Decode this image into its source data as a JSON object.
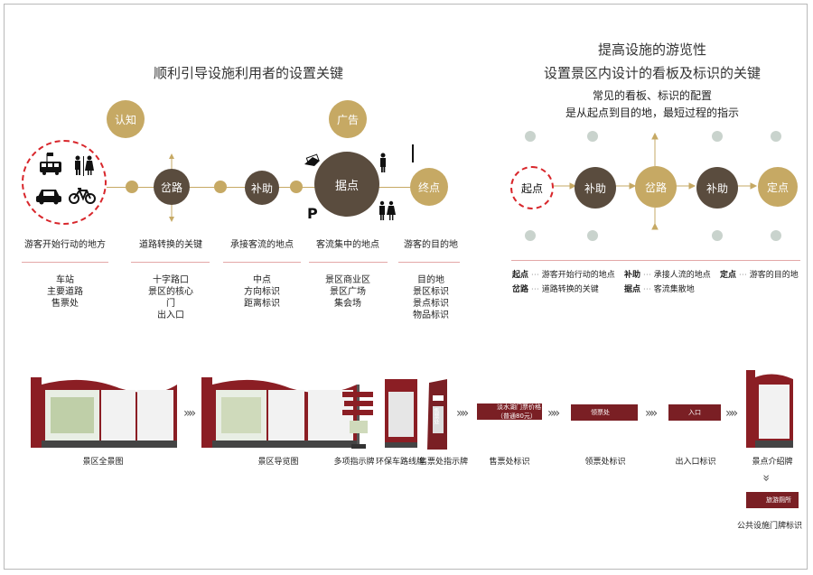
{
  "left_title": "顺利引导设施利用者的设置关键",
  "right_title_1": "提高设施的游览性",
  "right_title_2": "设置景区内设计的看板及标识的关键",
  "right_sub_1": "常见的看板、标识的配置",
  "right_sub_2": "是从起点到目的地，最短过程的指示",
  "top_circles": {
    "left": "认知",
    "right": "广告"
  },
  "flow_nodes": {
    "n1": "岔路",
    "n2": "补助",
    "n3": "据点",
    "n4": "终点"
  },
  "parking_letter": "P",
  "columns": [
    {
      "label": "游客开始行动的地方",
      "items": [
        "车站",
        "主要道路",
        "售票处"
      ]
    },
    {
      "label": "道路转换的关键",
      "items": [
        "十字路口",
        "景区的核心",
        "门",
        "出入口"
      ]
    },
    {
      "label": "承接客流的地点",
      "items": [
        "中点",
        "方向标识",
        "距离标识"
      ]
    },
    {
      "label": "客流集中的地点",
      "items": [
        "景区商业区",
        "景区广场",
        "集会场"
      ]
    },
    {
      "label": "游客的目的地",
      "items": [
        "目的地",
        "景区标识",
        "景点标识",
        "物品标识"
      ]
    }
  ],
  "right_flow": [
    "起点",
    "补助",
    "岔路",
    "补助",
    "定点"
  ],
  "legend": [
    {
      "key": "起点",
      "text": "游客开始行动的地点"
    },
    {
      "key": "补助",
      "text": "承接人流的地点"
    },
    {
      "key": "定点",
      "text": "游客的目的地"
    },
    {
      "key": "岔路",
      "text": "道路转换的关键"
    },
    {
      "key": "据点",
      "text": "客流集散地"
    }
  ],
  "bottom_items": [
    "景区全景图",
    "景区导览图",
    "多项指示牌",
    "环保车路线牌",
    "售票处指示牌",
    "售票处标识",
    "领票处标识",
    "出入口标识",
    "景点介绍牌",
    "公共设施门牌标识"
  ],
  "sign_texts": {
    "ticket": "淡水湖门票价格（普通80元）",
    "collect": "领票处",
    "entrance": "入口",
    "toilet": "旅游厕所",
    "kiosk": "售票处"
  },
  "colors": {
    "gold": "#c6a964",
    "dark": "#5a4c3e",
    "red": "#d8262b",
    "maroon": "#7a1f24"
  }
}
